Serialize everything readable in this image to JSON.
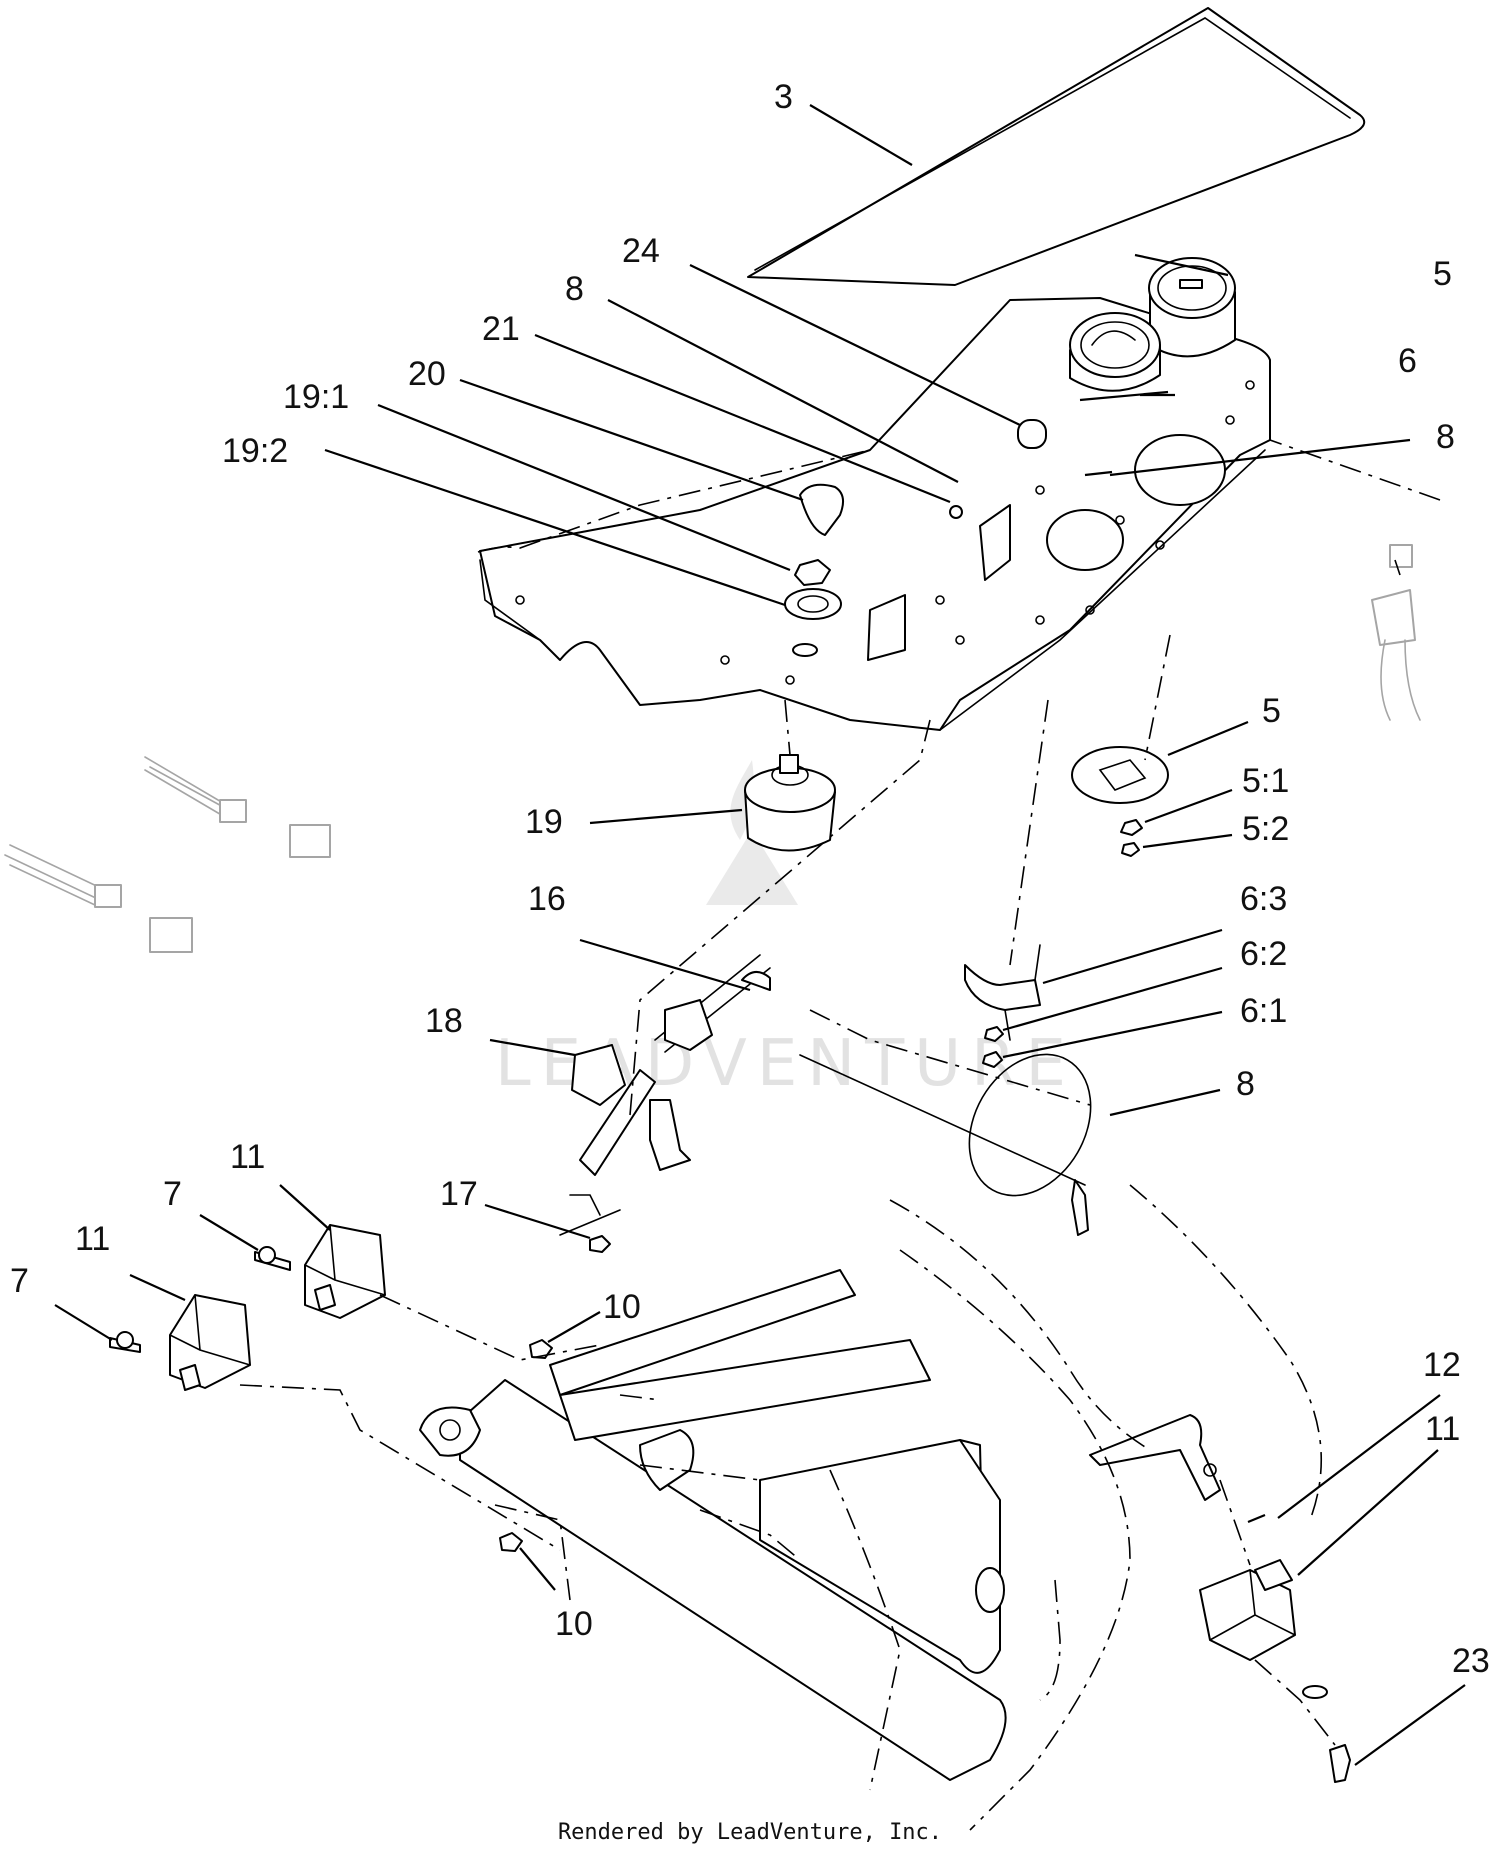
{
  "diagram": {
    "callouts": [
      {
        "id": "c-3",
        "label": "3"
      },
      {
        "id": "c-24",
        "label": "24"
      },
      {
        "id": "c-8a",
        "label": "8"
      },
      {
        "id": "c-21",
        "label": "21"
      },
      {
        "id": "c-20",
        "label": "20"
      },
      {
        "id": "c-19-1",
        "label": "19:1"
      },
      {
        "id": "c-19-2",
        "label": "19:2"
      },
      {
        "id": "c-5a",
        "label": "5"
      },
      {
        "id": "c-6a",
        "label": "6"
      },
      {
        "id": "c-8b",
        "label": "8"
      },
      {
        "id": "c-5b",
        "label": "5"
      },
      {
        "id": "c-5-1",
        "label": "5:1"
      },
      {
        "id": "c-5-2",
        "label": "5:2"
      },
      {
        "id": "c-19",
        "label": "19"
      },
      {
        "id": "c-16",
        "label": "16"
      },
      {
        "id": "c-6-3",
        "label": "6:3"
      },
      {
        "id": "c-6-2",
        "label": "6:2"
      },
      {
        "id": "c-6-1",
        "label": "6:1"
      },
      {
        "id": "c-18",
        "label": "18"
      },
      {
        "id": "c-8c",
        "label": "8"
      },
      {
        "id": "c-11a",
        "label": "11"
      },
      {
        "id": "c-7a",
        "label": "7"
      },
      {
        "id": "c-17",
        "label": "17"
      },
      {
        "id": "c-11b",
        "label": "11"
      },
      {
        "id": "c-7b",
        "label": "7"
      },
      {
        "id": "c-10a",
        "label": "10"
      },
      {
        "id": "c-12",
        "label": "12"
      },
      {
        "id": "c-11c",
        "label": "11"
      },
      {
        "id": "c-23",
        "label": "23"
      },
      {
        "id": "c-10b",
        "label": "10"
      }
    ],
    "watermark": "LEADVENTURE",
    "footer": "Rendered by LeadVenture, Inc."
  }
}
